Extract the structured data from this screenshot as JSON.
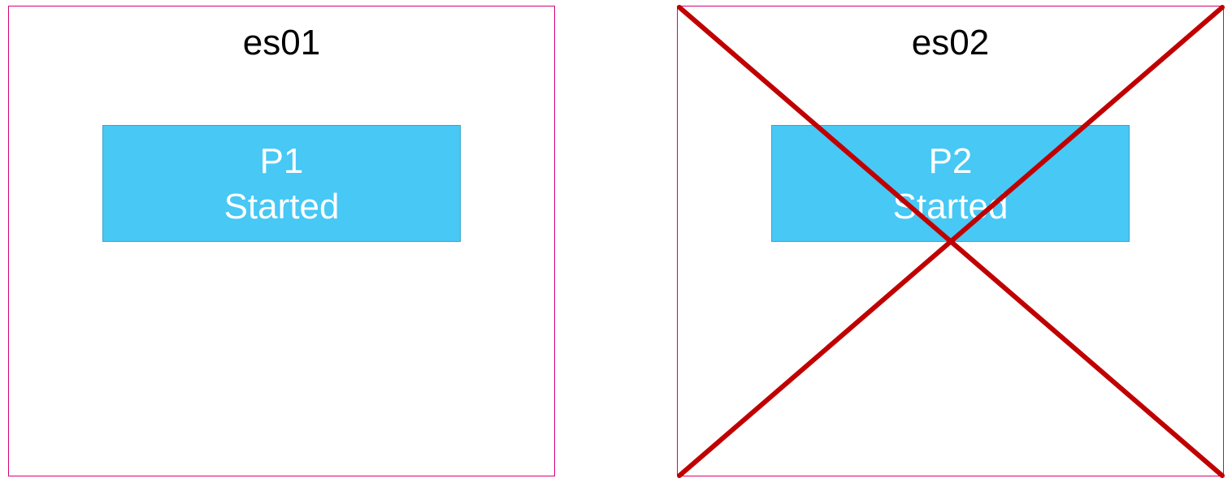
{
  "nodes": [
    {
      "name": "es01",
      "shard": {
        "id": "P1",
        "state": "Started"
      },
      "failed": false
    },
    {
      "name": "es02",
      "shard": {
        "id": "P2",
        "state": "Started"
      },
      "failed": true
    }
  ],
  "colors": {
    "node_border": "#d6007a",
    "shard_fill": "#47c8f5",
    "failure_cross": "#c00000"
  }
}
